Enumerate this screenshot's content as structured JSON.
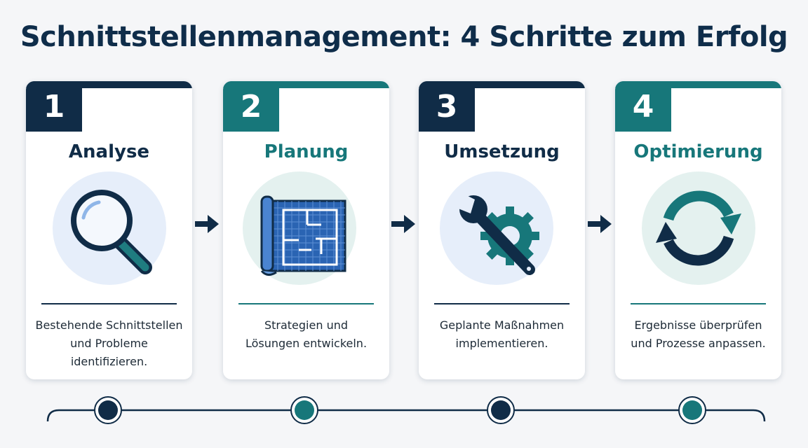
{
  "title": "Schnittstellenmanagement: 4 Schritte zum Erfolg",
  "colors": {
    "navy": "#102c47",
    "teal": "#17777a",
    "circle_blue": "#e6eefa",
    "circle_teal": "#e4f1ef"
  },
  "steps": [
    {
      "number": "1",
      "title": "Analyse",
      "icon": "magnifier-icon",
      "desc_lines": [
        "Bestehende Schnittstellen",
        "und Probleme",
        "identifizieren."
      ]
    },
    {
      "number": "2",
      "title": "Planung",
      "icon": "blueprint-icon",
      "desc_lines": [
        "Strategien und",
        "Lösungen entwickeln."
      ]
    },
    {
      "number": "3",
      "title": "Umsetzung",
      "icon": "wrench-gear-icon",
      "desc_lines": [
        "Geplante Maßnahmen",
        "implementieren."
      ]
    },
    {
      "number": "4",
      "title": "Optimierung",
      "icon": "refresh-cycle-icon",
      "desc_lines": [
        "Ergebnisse überprüfen",
        "und Prozesse anpassen."
      ]
    }
  ]
}
